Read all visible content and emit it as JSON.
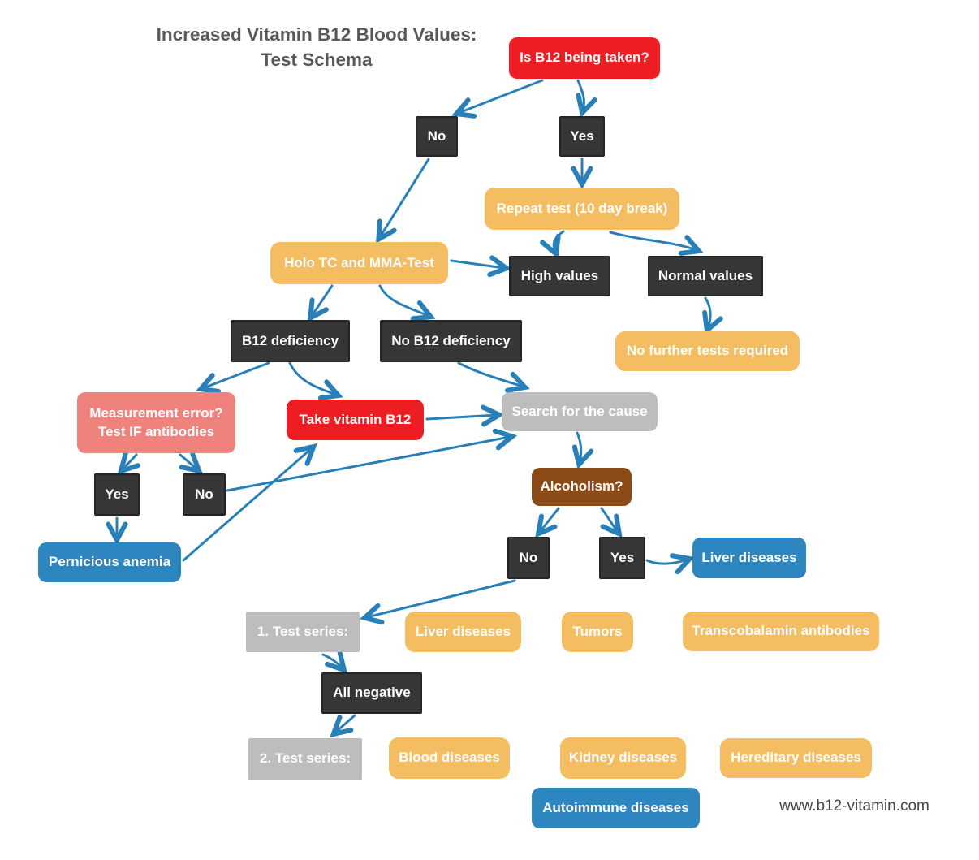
{
  "title": {
    "line1": "Increased Vitamin B12 Blood Values:",
    "line2": "Test Schema"
  },
  "footer": {
    "website": "www.b12-vitamin.com"
  },
  "colors": {
    "red": "#ee1d24",
    "orange": "#f5bd62",
    "dark_box": "#363636",
    "gray": "#bdbdbd",
    "blue": "#2e86c1",
    "brown": "#8c4a16",
    "salmon": "#f0827e",
    "arrow": "#2980b9",
    "title_text": "#58585a"
  },
  "nodes": {
    "is_b12_taken": {
      "label": "Is B12 being taken?"
    },
    "no_top": {
      "label": "No"
    },
    "yes_top": {
      "label": "Yes"
    },
    "repeat_test": {
      "label": "Repeat test (10 day break)"
    },
    "holo_tc": {
      "label": "Holo TC and MMA-Test"
    },
    "high_values": {
      "label": "High values"
    },
    "normal_values": {
      "label": "Normal values"
    },
    "no_further_tests": {
      "label": "No further tests required"
    },
    "b12_deficiency": {
      "label": "B12 deficiency"
    },
    "no_b12_deficiency": {
      "label": "No B12 deficiency"
    },
    "measurement_error": {
      "line1": "Measurement error?",
      "line2": "Test IF antibodies"
    },
    "take_vitamin_b12": {
      "label": "Take vitamin B12"
    },
    "search_cause": {
      "label": "Search for the cause"
    },
    "yes_if": {
      "label": "Yes"
    },
    "no_if": {
      "label": "No"
    },
    "pernicious_anemia": {
      "label": "Pernicious anemia"
    },
    "alcoholism": {
      "label": "Alcoholism?"
    },
    "no_alcohol": {
      "label": "No"
    },
    "yes_alcohol": {
      "label": "Yes"
    },
    "liver_diseases_blue": {
      "label": "Liver diseases"
    },
    "test_series_1": {
      "label": "1. Test series:"
    },
    "liver_diseases": {
      "label": "Liver diseases"
    },
    "tumors": {
      "label": "Tumors"
    },
    "transcobalamin": {
      "label": "Transcobalamin antibodies"
    },
    "all_negative": {
      "label": "All negative"
    },
    "test_series_2": {
      "label": "2. Test series:"
    },
    "blood_diseases": {
      "label": "Blood diseases"
    },
    "kidney_diseases": {
      "label": "Kidney diseases"
    },
    "hereditary_diseases": {
      "label": "Hereditary diseases"
    },
    "autoimmune_diseases": {
      "label": "Autoimmune diseases"
    }
  }
}
